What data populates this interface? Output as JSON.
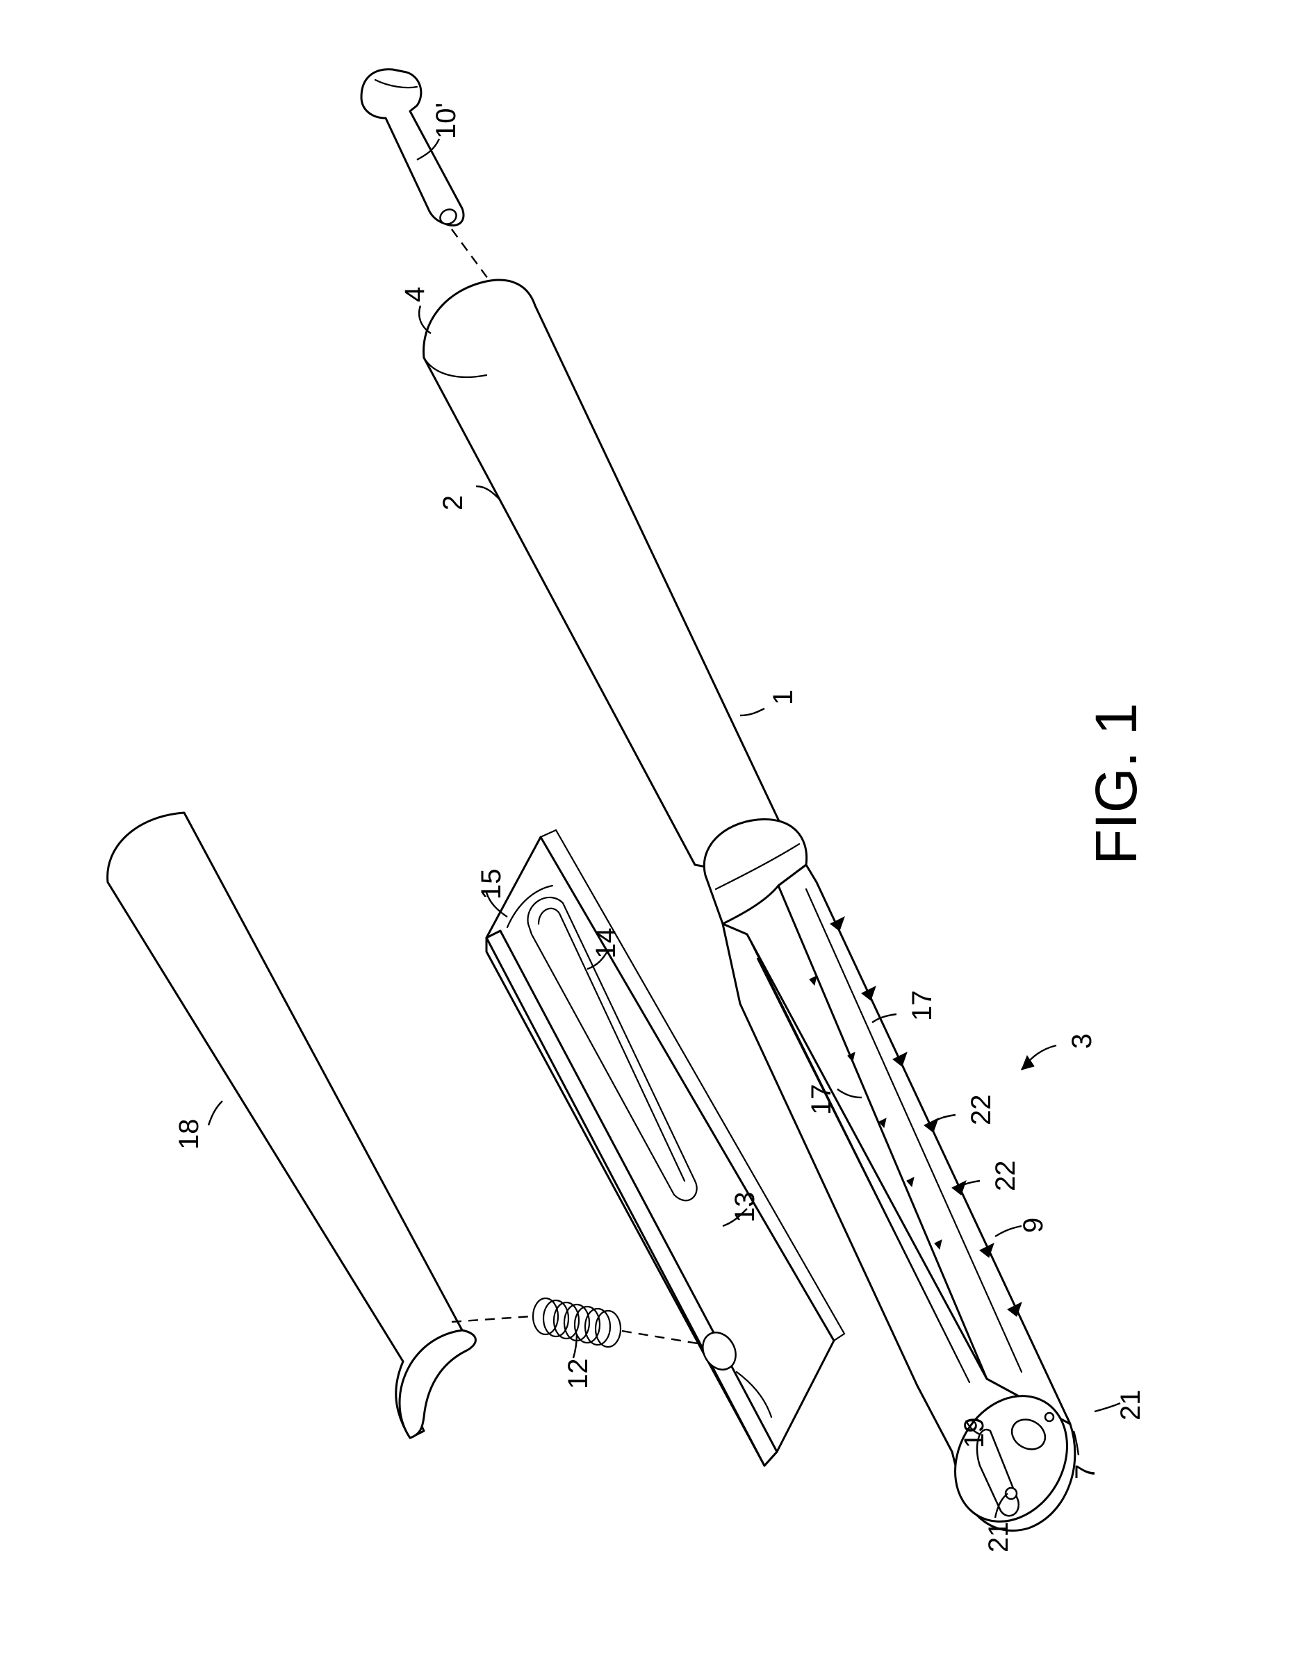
{
  "figure": {
    "title": "FIG. 1"
  },
  "labels": {
    "pin": "10'",
    "end_cap": "4",
    "sleeve": "2",
    "tube": "1",
    "slider": "15",
    "slot_top": "14",
    "slot_bottom": "13",
    "cover": "18",
    "spring": "12",
    "frame": "3",
    "rail_upper": "17",
    "rail_lower": "17",
    "tab_upper": "22",
    "tab_lower": "22",
    "channel": "9",
    "bore": "7",
    "hole_right": "21",
    "hole_left": "21",
    "recess": "19"
  }
}
